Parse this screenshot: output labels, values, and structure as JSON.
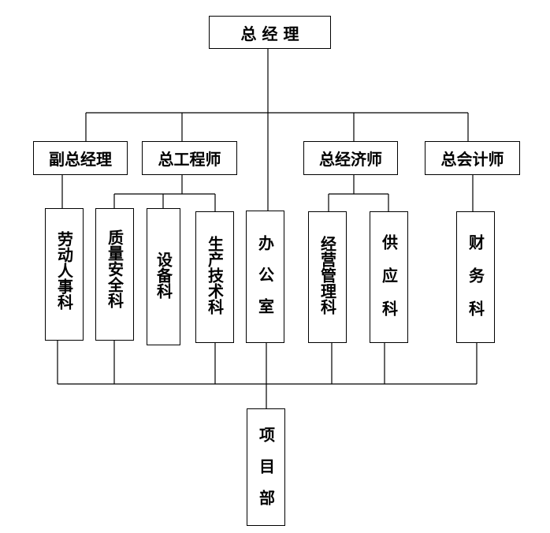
{
  "org_chart": {
    "top": "总 经 理",
    "vice_gm": "副总经理",
    "chief_engineer": "总工程师",
    "chief_economist": "总经济师",
    "chief_accountant": "总会计师",
    "departments": {
      "hr": "劳动人事科",
      "quality_safety": "质量安全科",
      "equipment": "设备科",
      "production_tech": "生产技术科",
      "office": "办公室",
      "business_mgmt": "经营管理科",
      "supply": "供应科",
      "finance": "财务科"
    },
    "project_dept": "项目部"
  }
}
